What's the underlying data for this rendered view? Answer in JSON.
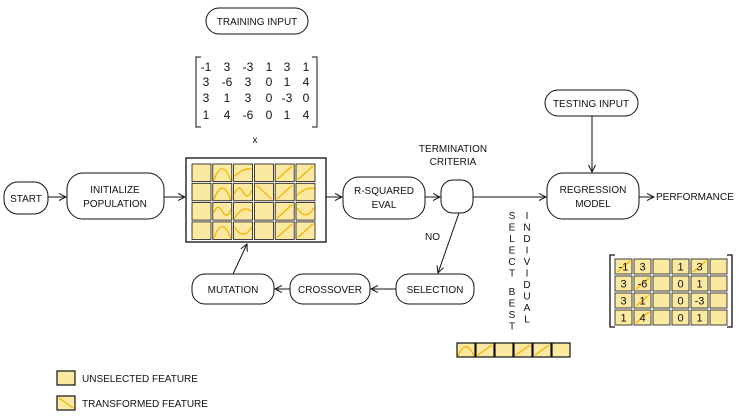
{
  "nodes": {
    "training_input": "TRAINING INPUT",
    "start": "START",
    "initialize_population": [
      "INITIALIZE",
      "POPULATION"
    ],
    "r_squared_eval": [
      "R-SQUARED",
      "EVAL"
    ],
    "termination_criteria": [
      "TERMINATION",
      "CRITERIA"
    ],
    "testing_input": "TESTING INPUT",
    "regression_model": [
      "REGRESSION",
      "MODEL"
    ],
    "performance": "PERFORMANCE",
    "mutation": "MUTATION",
    "crossover": "CROSSOVER",
    "selection": "SELECTION",
    "no_label": "NO",
    "times": "x",
    "select_best": "SELECT BEST",
    "individual": "INDIVIDUAL"
  },
  "training_matrix": [
    [
      "-1",
      "3",
      "-3",
      "1",
      "3",
      "1"
    ],
    [
      "3",
      "-6",
      "3",
      "0",
      "1",
      "4"
    ],
    [
      "3",
      "1",
      "3",
      "0",
      "-3",
      "0"
    ],
    [
      "1",
      "4",
      "-6",
      "0",
      "1",
      "4"
    ]
  ],
  "result_matrix": [
    [
      "-1",
      "3",
      "",
      "1",
      "3",
      ""
    ],
    [
      "3",
      "-6",
      "",
      "0",
      "1",
      ""
    ],
    [
      "3",
      "1",
      "",
      "0",
      "-3",
      ""
    ],
    [
      "1",
      "4",
      "",
      "0",
      "1",
      ""
    ]
  ],
  "legend": {
    "unselected": "UNSELECTED FEATURE",
    "transformed": "TRANSFORMED FEATURE"
  },
  "colors": {
    "feature_fill": "#fce9a1",
    "transform_curve": "#f1b400",
    "stroke": "#111111"
  }
}
